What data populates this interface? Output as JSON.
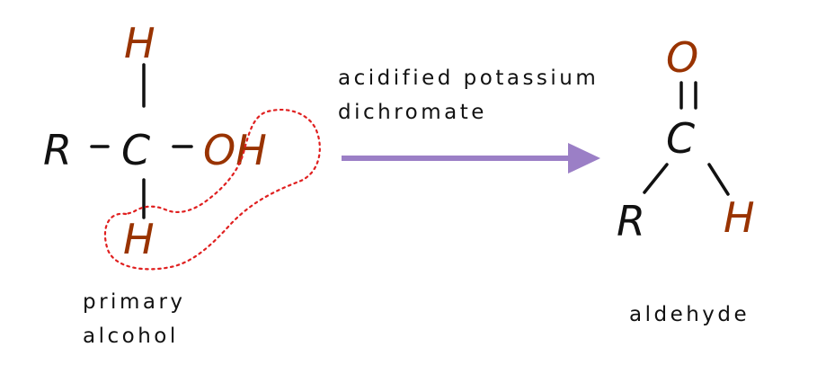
{
  "reactant": {
    "atoms": {
      "top_h": "H",
      "r": "R",
      "c": "C",
      "oh": "OH",
      "bottom_h": "H"
    },
    "label_line1": "primary",
    "label_line2": "alcohol"
  },
  "reagent": {
    "line1": "acidified potassium",
    "line2": "dichromate"
  },
  "product": {
    "atoms": {
      "o": "O",
      "c": "C",
      "r": "R",
      "h": "H"
    },
    "label": "aldehyde"
  },
  "colors": {
    "black_atom": "#111111",
    "heteroatom": "#993300",
    "bond": "#111111",
    "highlight": "#e02020",
    "arrow": "#9b7fc6"
  }
}
